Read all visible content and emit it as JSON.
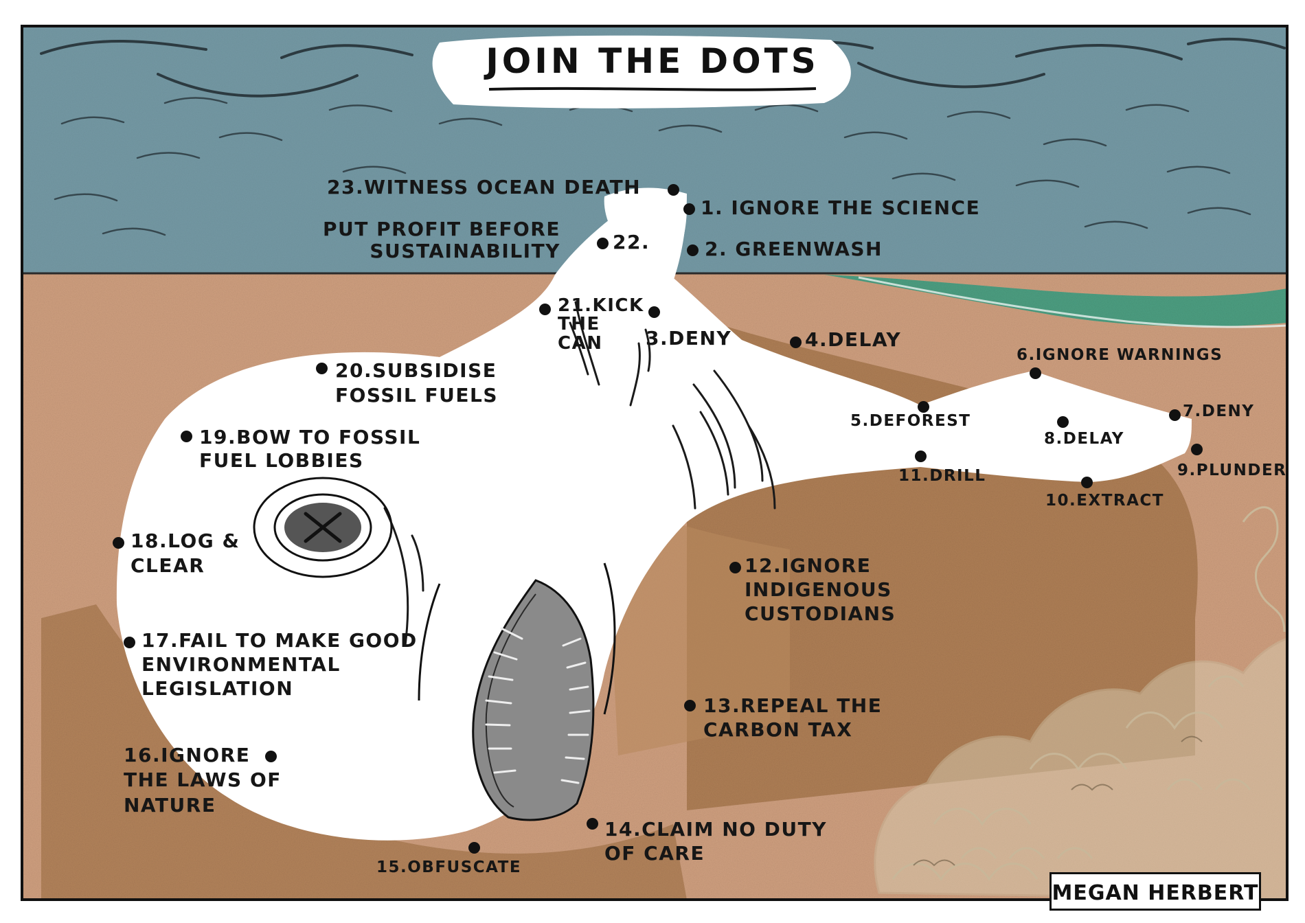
{
  "title": "JOIN THE DOTS",
  "artist": "MEGAN HERBERT",
  "colors": {
    "sky": "#6a8f9c",
    "sand": "#cf9f7f",
    "wet_sand": "#a9794f",
    "surf": "#3f9e82",
    "whale": "#ffffff",
    "ink": "#111111",
    "foam": "#c9b99b"
  },
  "dots": [
    {
      "n": 1,
      "label": "1. IGNORE THE SCIENCE"
    },
    {
      "n": 2,
      "label": "2. GREENWASH"
    },
    {
      "n": 3,
      "label": "3.DENY"
    },
    {
      "n": 4,
      "label": "4.DELAY"
    },
    {
      "n": 5,
      "label": "5.DEFOREST"
    },
    {
      "n": 6,
      "label": "6.IGNORE WARNINGS"
    },
    {
      "n": 7,
      "label": "7.DENY"
    },
    {
      "n": 8,
      "label": "8.DELAY"
    },
    {
      "n": 9,
      "label": "9.PLUNDER"
    },
    {
      "n": 10,
      "label": "10.EXTRACT"
    },
    {
      "n": 11,
      "label": "11.DRILL"
    },
    {
      "n": 12,
      "label": "12.IGNORE\nINDIGENOUS\nCUSTODIANS"
    },
    {
      "n": 13,
      "label": "13.REPEAL THE\nCARBON TAX"
    },
    {
      "n": 14,
      "label": "14.CLAIM NO DUTY\nOF CARE"
    },
    {
      "n": 15,
      "label": "15.OBFUSCATE"
    },
    {
      "n": 16,
      "label": "16.IGNORE\nTHE LAWS OF\nNATURE"
    },
    {
      "n": 17,
      "label": "17.FAIL TO MAKE GOOD\nENVIRONMENTAL\nLEGISLATION"
    },
    {
      "n": 18,
      "label": "18.LOG &\nCLEAR"
    },
    {
      "n": 19,
      "label": "19.BOW TO FOSSIL\nFUEL LOBBIES"
    },
    {
      "n": 20,
      "label": "20.SUBSIDISE\nFOSSIL FUELS"
    },
    {
      "n": 21,
      "label": "21.KICK\nTHE\nCAN"
    },
    {
      "n": 22,
      "label": "PUT PROFIT BEFORE\nSUSTAINABILITY",
      "suffix": "22."
    },
    {
      "n": 23,
      "label": "23.WITNESS OCEAN DEATH"
    }
  ]
}
